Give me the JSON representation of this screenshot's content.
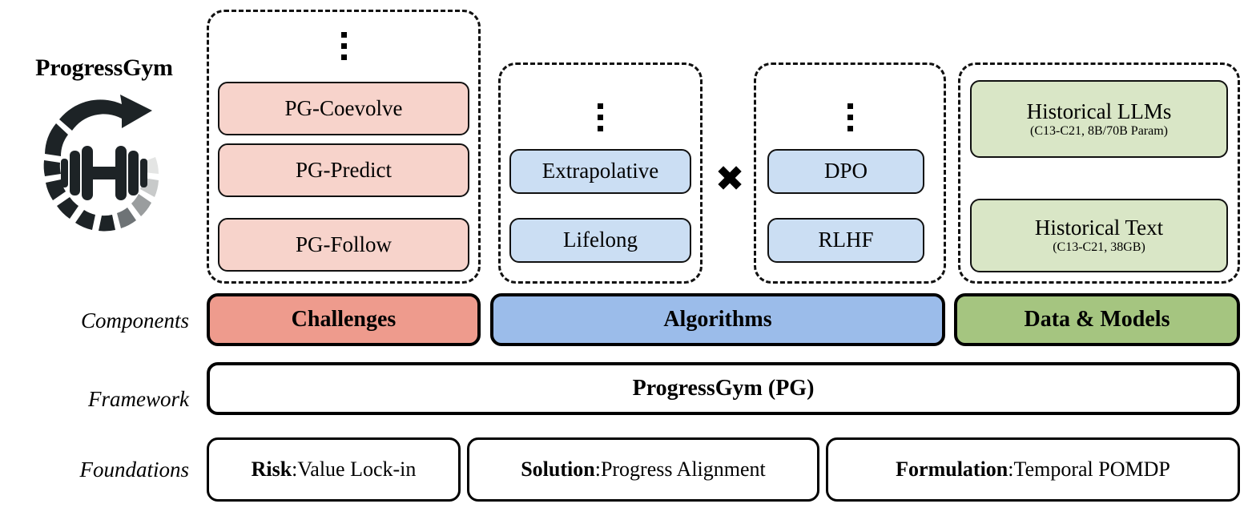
{
  "brand": {
    "title": "ProgressGym",
    "logo_icon": "progress-arc-dumbbell-logo"
  },
  "row_labels": {
    "components": "Components",
    "framework": "Framework",
    "foundations": "Foundations"
  },
  "groups": {
    "challenges": {
      "ellipsis": "vertical-ellipsis",
      "items": [
        {
          "title": "PG-Coevolve",
          "sub": ""
        },
        {
          "title": "PG-Predict",
          "sub": ""
        },
        {
          "title": "PG-Follow",
          "sub": ""
        }
      ]
    },
    "algorithms_left": {
      "ellipsis": "vertical-ellipsis",
      "items": [
        {
          "title": "Extrapolative",
          "sub": ""
        },
        {
          "title": "Lifelong",
          "sub": ""
        }
      ]
    },
    "algorithms_right": {
      "ellipsis": "vertical-ellipsis",
      "items": [
        {
          "title": "DPO",
          "sub": ""
        },
        {
          "title": "RLHF",
          "sub": ""
        }
      ]
    },
    "data_models": {
      "items": [
        {
          "title": "Historical LLMs",
          "sub": "(C13-C21, 8B/70B Param)"
        },
        {
          "title": "Historical Text",
          "sub": "(C13-C21, 38GB)"
        }
      ]
    },
    "operator": "✖"
  },
  "components": [
    {
      "label": "Challenges",
      "color": "#EE9B8D"
    },
    {
      "label": "Algorithms",
      "color": "#9BBCEA"
    },
    {
      "label": "Data & Models",
      "color": "#A5C580"
    }
  ],
  "framework": {
    "label": "ProgressGym (PG)"
  },
  "foundations": [
    {
      "key": "Risk",
      "sep": ": ",
      "value": "Value Lock-in"
    },
    {
      "key": "Solution",
      "sep": ": ",
      "value": "Progress Alignment"
    },
    {
      "key": "Formulation",
      "sep": ": ",
      "value": "Temporal POMDP"
    }
  ],
  "colors": {
    "challenge_fill": "#F7D3CB",
    "algorithm_fill": "#CBDEF3",
    "data_fill": "#D9E6C6",
    "challenge_pill": "#EE9B8D",
    "algorithm_pill": "#9BBCEA",
    "data_pill": "#A5C580",
    "stroke": "#000000"
  }
}
